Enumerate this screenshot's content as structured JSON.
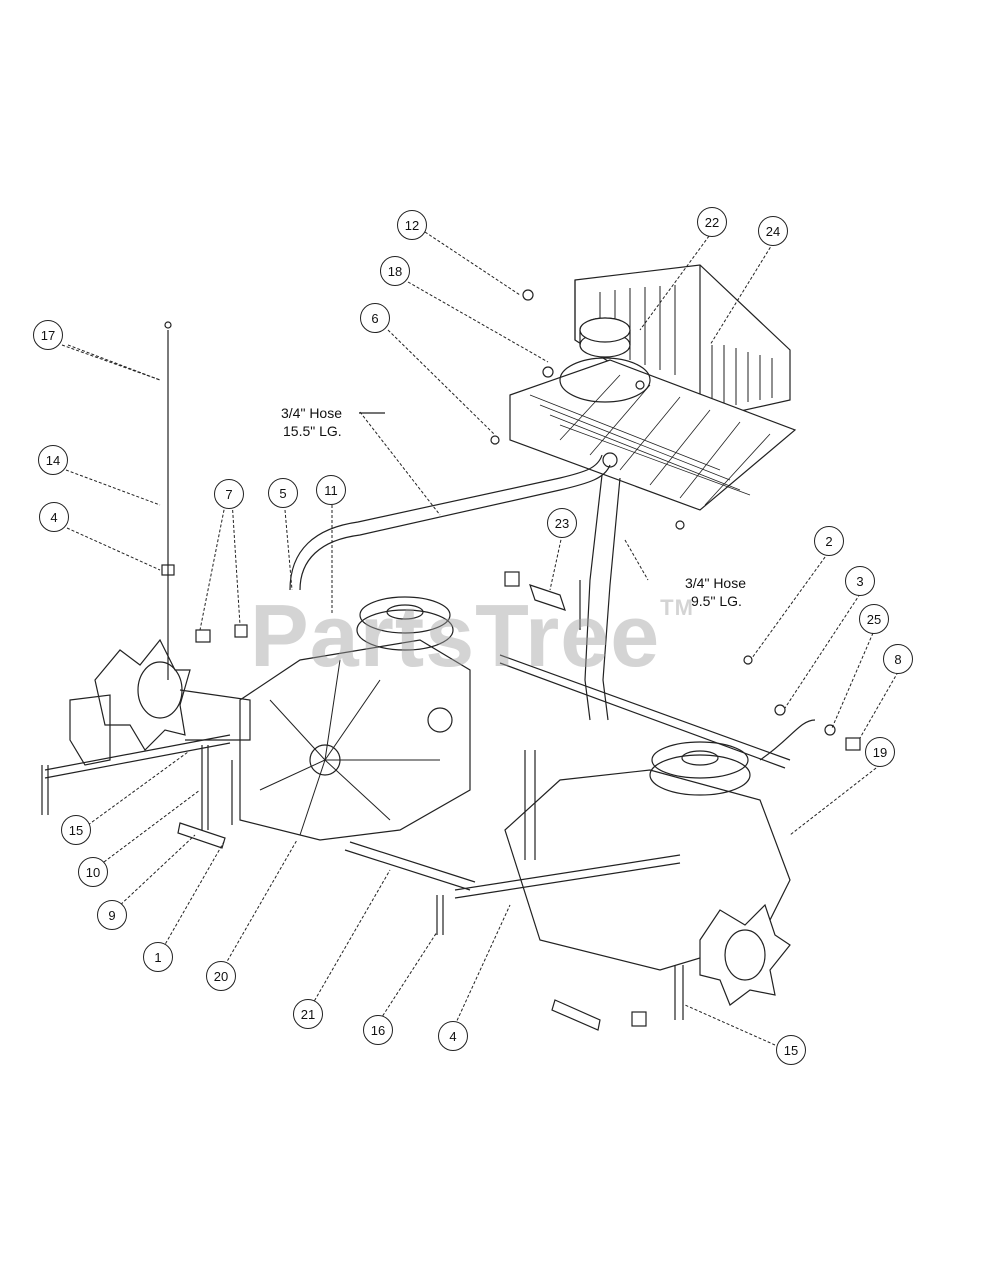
{
  "callouts": [
    {
      "id": "c12",
      "label": "12"
    },
    {
      "id": "c22",
      "label": "22"
    },
    {
      "id": "c24",
      "label": "24"
    },
    {
      "id": "c18",
      "label": "18"
    },
    {
      "id": "c6",
      "label": "6"
    },
    {
      "id": "c17",
      "label": "17"
    },
    {
      "id": "c14",
      "label": "14"
    },
    {
      "id": "c4a",
      "label": "4"
    },
    {
      "id": "c7",
      "label": "7"
    },
    {
      "id": "c5",
      "label": "5"
    },
    {
      "id": "c11",
      "label": "11"
    },
    {
      "id": "c23",
      "label": "23"
    },
    {
      "id": "c2",
      "label": "2"
    },
    {
      "id": "c3",
      "label": "3"
    },
    {
      "id": "c25",
      "label": "25"
    },
    {
      "id": "c8",
      "label": "8"
    },
    {
      "id": "c19",
      "label": "19"
    },
    {
      "id": "c15a",
      "label": "15"
    },
    {
      "id": "c10",
      "label": "10"
    },
    {
      "id": "c9",
      "label": "9"
    },
    {
      "id": "c1",
      "label": "1"
    },
    {
      "id": "c20",
      "label": "20"
    },
    {
      "id": "c21",
      "label": "21"
    },
    {
      "id": "c16",
      "label": "16"
    },
    {
      "id": "c4b",
      "label": "4"
    },
    {
      "id": "c15b",
      "label": "15"
    }
  ],
  "notes": {
    "hose_long": {
      "line1": "3/4\" Hose",
      "line2": "15.5\" LG."
    },
    "hose_short": {
      "line1": "3/4\" Hose",
      "line2": "9.5\" LG."
    }
  },
  "watermark": {
    "text": "PartsTree",
    "mark": "TM"
  }
}
